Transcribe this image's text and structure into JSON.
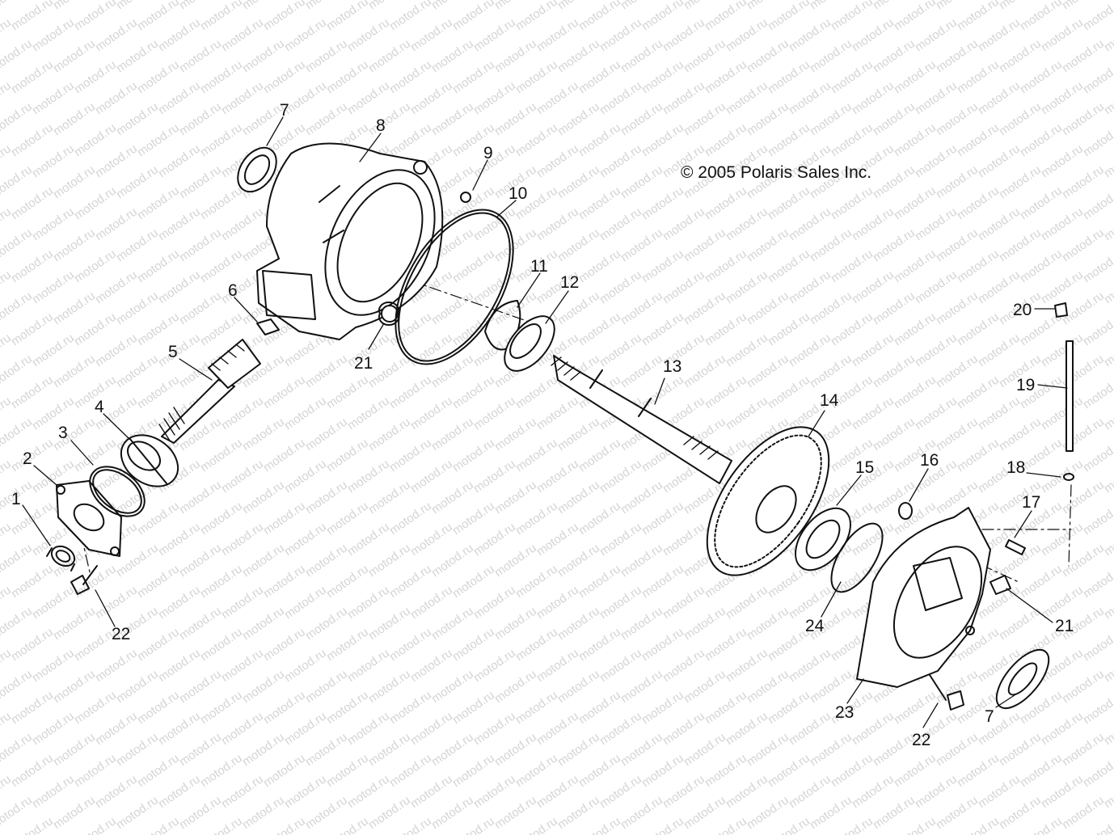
{
  "copyright": "© 2005 Polaris Sales Inc.",
  "watermark": "motod.ru",
  "callouts": [
    "1",
    "2",
    "3",
    "4",
    "5",
    "6",
    "7",
    "8",
    "9",
    "10",
    "11",
    "12",
    "13",
    "14",
    "15",
    "16",
    "17",
    "18",
    "19",
    "20",
    "21",
    "21",
    "22",
    "22",
    "23",
    "24",
    "7"
  ],
  "colors": {
    "ink": "#111111",
    "watermark": "#d4d4d4",
    "background": "#ffffff"
  }
}
